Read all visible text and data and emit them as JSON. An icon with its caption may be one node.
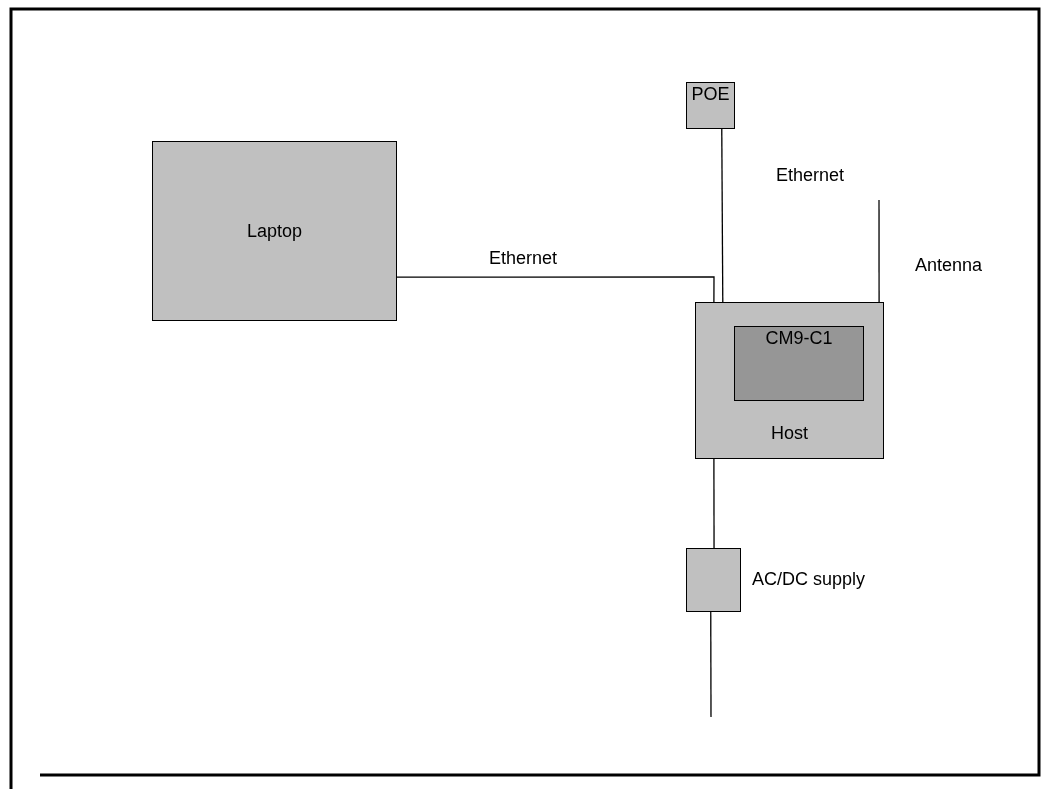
{
  "diagram": {
    "nodes": [
      {
        "text": [
          "POE"
        ]
      },
      {
        "text": [
          "Laptop"
        ]
      },
      {
        "text": [
          "Host"
        ]
      },
      {
        "text": [
          "CM9-C1"
        ],
        "in": 2
      },
      {
        "text": [],
        "shape": "box",
        "beside": [
          "AC/DC supply"
        ]
      }
    ],
    "edges": [
      {
        "from": 1,
        "to": 2,
        "arrow": "none",
        "label": "Ethernet"
      },
      {
        "from": 0,
        "to": 2,
        "arrow": "none",
        "label": "Ethernet"
      },
      {
        "from": 2,
        "to": 4,
        "arrow": "none"
      },
      {
        "from": 2,
        "to": null,
        "arrow": "none",
        "label": "Antenna"
      },
      {
        "from": 4,
        "to": null,
        "arrow": "none"
      }
    ]
  }
}
